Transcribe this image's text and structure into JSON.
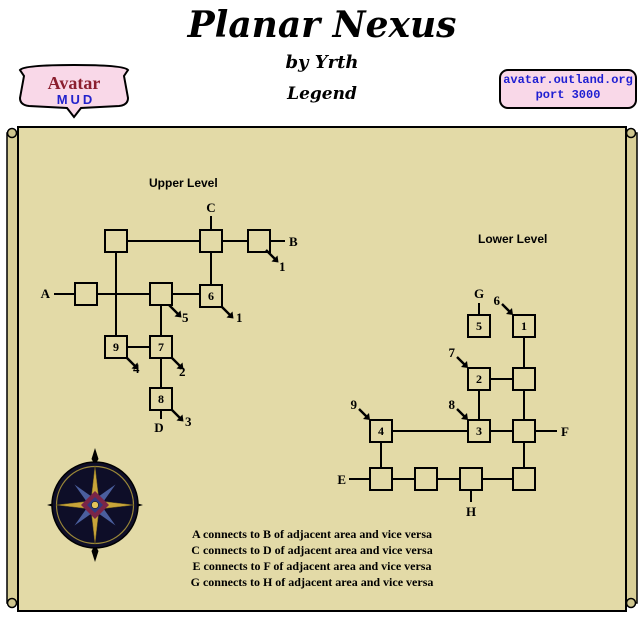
{
  "header": {
    "title": "Planar Nexus",
    "byline": "by Yrth",
    "legend_label": "Legend"
  },
  "badge_left": {
    "line1": "Avatar",
    "line2": "MUD"
  },
  "badge_right": {
    "line1": "avatar.outland.org",
    "line2": "port 3000"
  },
  "upper": {
    "title": "Upper Level",
    "rooms": {
      "r6": "6",
      "r7": "7",
      "r8": "8",
      "r9": "9"
    },
    "exits": {
      "A": "A",
      "B": "B",
      "C": "C",
      "D": "D",
      "n1_top": "1",
      "n1_mid": "1",
      "n2": "2",
      "n3": "3",
      "n4": "4",
      "n5": "5"
    }
  },
  "lower": {
    "title": "Lower Level",
    "rooms": {
      "r1": "1",
      "r2": "2",
      "r3": "3",
      "r4": "4",
      "r5": "5"
    },
    "exits": {
      "E": "E",
      "F": "F",
      "G": "G",
      "H": "H",
      "n6": "6",
      "n7": "7",
      "n8": "8",
      "n9": "9"
    }
  },
  "legend": {
    "lines": [
      "A connects to B of adjacent area and vice versa",
      "C connects to D of adjacent area and vice versa",
      "E connects to F of adjacent area and vice versa",
      "G connects to H of adjacent area and vice versa"
    ]
  },
  "colors": {
    "parchment": "#e3daa7",
    "scroll_roll": "#d9cf97",
    "badge_pink": "#f9d8e8",
    "address_blue": "#1e1ed2",
    "avatar_red": "#8b1f2f",
    "mud_blue": "#2222cc",
    "line_black": "#000000"
  }
}
